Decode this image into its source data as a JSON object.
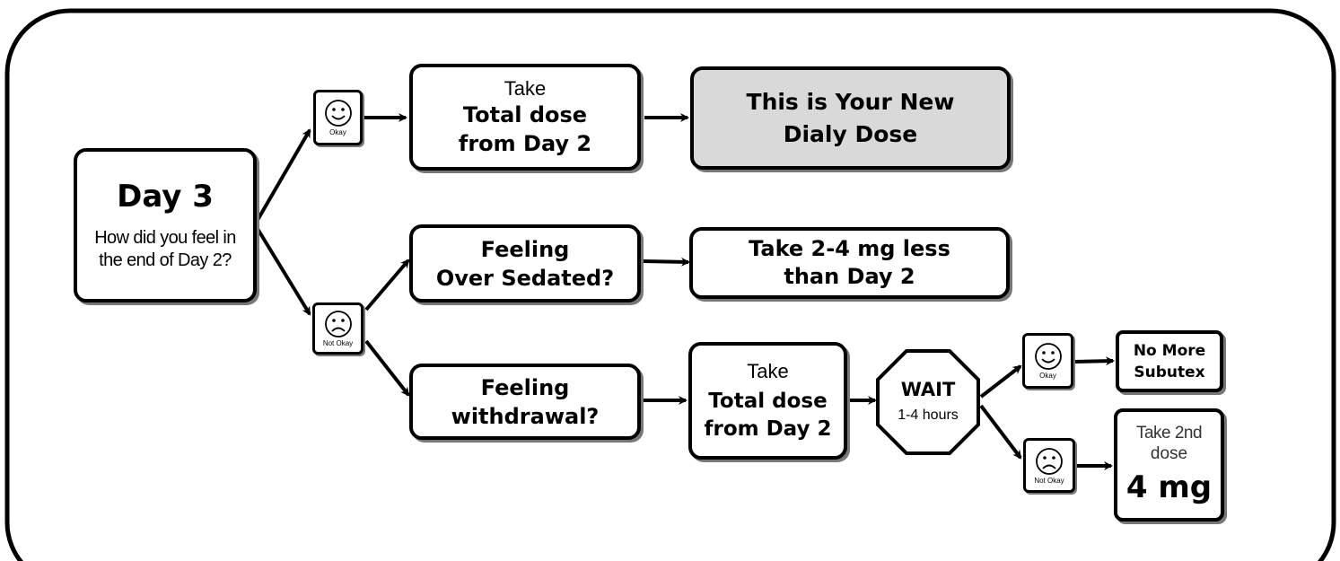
{
  "start": {
    "title": "Day 3",
    "question_line1": "How did you feel in",
    "question_line2": "the end of Day 2?"
  },
  "faces": {
    "okay_label": "Okay",
    "not_okay_label": "Not Okay"
  },
  "okay_path": {
    "take_label": "Take",
    "dose_line1": "Total dose",
    "dose_line2": "from Day 2",
    "result_line1": "This is Your New",
    "result_line2": "Dialy Dose"
  },
  "sedated_path": {
    "question_line1": "Feeling",
    "question_line2": "Over Sedated?",
    "result_line1": "Take 2-4 mg less",
    "result_line2": "than Day 2"
  },
  "withdrawal_path": {
    "question_line1": "Feeling",
    "question_line2": "withdrawal?",
    "take_label": "Take",
    "dose_line1": "Total dose",
    "dose_line2": "from Day 2",
    "wait_label": "WAIT",
    "wait_hours": "1-4 hours",
    "okay_result_line1": "No More",
    "okay_result_line2": "Subutex",
    "second_dose_line1": "Take 2nd",
    "second_dose_line2": "dose",
    "second_dose_amount": "4 mg"
  },
  "colors": {
    "highlight_fill": "#d9d9d9",
    "line": "#000000",
    "shadow": "#777777"
  }
}
